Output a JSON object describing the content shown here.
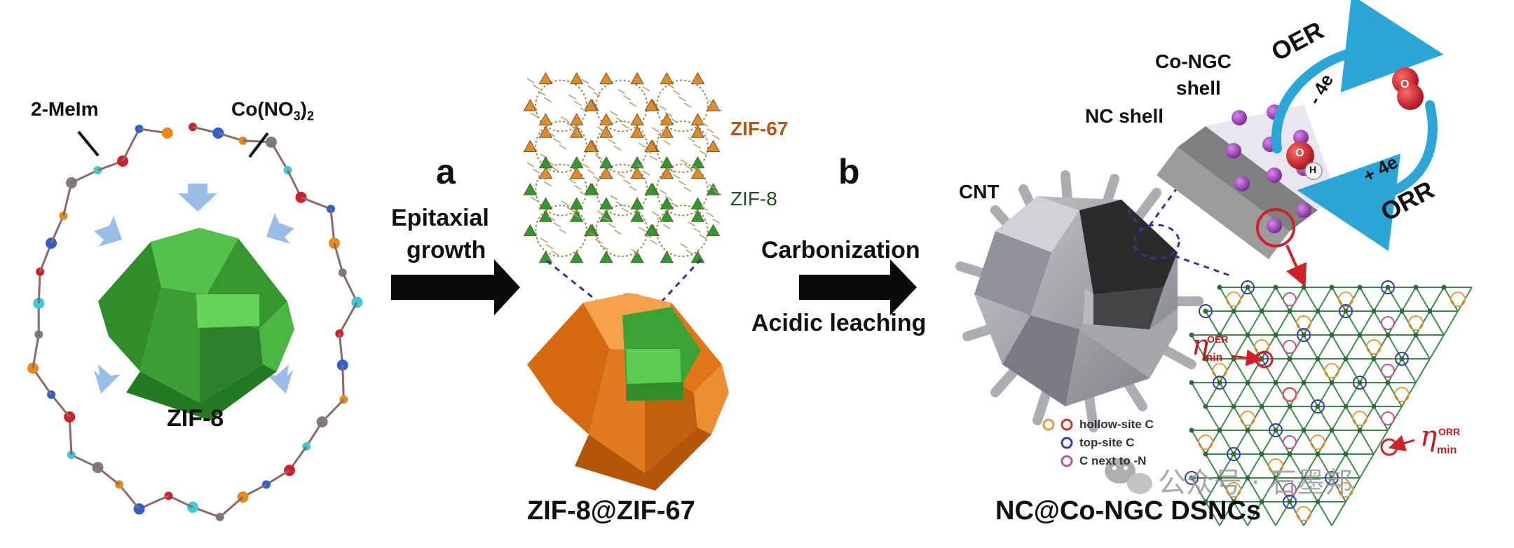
{
  "panel_left": {
    "precursor_1": "2-MeIm",
    "precursor_2_base": "Co(NO",
    "precursor_2_sub": "3",
    "precursor_2_close": ")",
    "precursor_2_sub2": "2",
    "crystal_label": "ZIF-8"
  },
  "step_a": {
    "letter": "a",
    "line1": "Epitaxial",
    "line2": "growth"
  },
  "panel_middle": {
    "lattice_top": "ZIF-67",
    "lattice_bottom": "ZIF-8",
    "product_label": "ZIF-8@ZIF-67"
  },
  "step_b": {
    "letter": "b",
    "line1": "Carbonization",
    "line2": "Acidic leaching"
  },
  "panel_right": {
    "cnt_label": "CNT",
    "nc_shell_label": "NC shell",
    "co_ngc_line1": "Co-NGC",
    "co_ngc_line2": "shell",
    "oer_label": "OER",
    "orr_label": "ORR",
    "minus_4e": "- 4e",
    "plus_4e": "+ 4e",
    "o2_atom": "O",
    "oh_o": "O",
    "oh_h": "H",
    "eta_symbol": "η",
    "eta_oer_sup": "OER",
    "eta_orr_sup": "ORR",
    "eta_min_sub": "min",
    "product_label": "NC@Co-NGC DSNCs",
    "legend": [
      {
        "text": "hollow-site C",
        "colors": [
          "#e69a3a",
          "#c0392b"
        ]
      },
      {
        "text": "top-site C",
        "colors": [
          "#3a3aa6"
        ]
      },
      {
        "text": "C next to -N",
        "colors": [
          "#c2559a"
        ]
      }
    ]
  },
  "watermark": {
    "text": "公众号 · 石墨邦"
  },
  "colors": {
    "zif8_green": "#3f9f3a",
    "zif67_orange": "#e07a1e",
    "cnt_gray": "#9aa0a6",
    "cycle_blue": "#2aa7d8",
    "red_atom": "#d0202a",
    "arrow_black": "#0a0a0a"
  }
}
